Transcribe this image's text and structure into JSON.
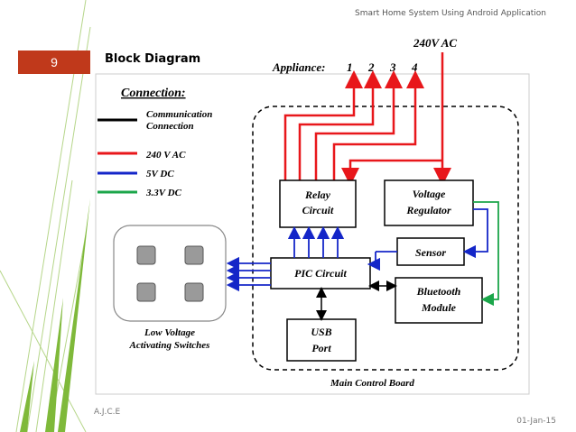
{
  "header": {
    "title": "Smart Home System Using Android Application"
  },
  "slide": {
    "number": "9",
    "title": "Block Diagram"
  },
  "diagram": {
    "ac_source": "240V AC",
    "appliance_label": "Appliance:",
    "appliances": [
      "1",
      "2",
      "3",
      "4"
    ],
    "legend_title": "Connection:",
    "legend": [
      {
        "label_line1": "Communication",
        "label_line2": "Connection",
        "color": "#000000"
      },
      {
        "label_line1": "240 V AC",
        "label_line2": "",
        "color": "#e8171b"
      },
      {
        "label_line1": "5V DC",
        "label_line2": "",
        "color": "#1426c8"
      },
      {
        "label_line1": "3.3V DC",
        "label_line2": "",
        "color": "#1ba64a"
      }
    ],
    "blocks": {
      "relay": {
        "line1": "Relay",
        "line2": "Circuit"
      },
      "regulator": {
        "line1": "Voltage",
        "line2": "Regulator"
      },
      "sensor": {
        "line1": "Sensor"
      },
      "pic": {
        "line1": "PIC Circuit"
      },
      "bluetooth": {
        "line1": "Bluetooth",
        "line2": "Module"
      },
      "usb": {
        "line1": "USB",
        "line2": "Port"
      }
    },
    "switches_label_line1": "Low Voltage",
    "switches_label_line2": "Activating Switches",
    "board_label": "Main Control Board"
  },
  "footer": {
    "left": "A.J.C.E",
    "date": "01-Jan-15"
  }
}
